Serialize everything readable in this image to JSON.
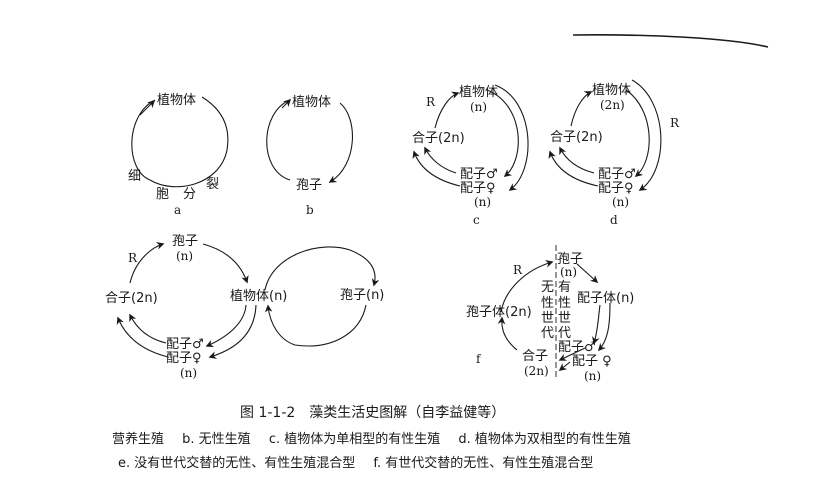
{
  "figure": {
    "title": "图 1-1-2　藻类生活史图解（自李益健等）",
    "legend_line1": [
      "营养生殖",
      "b. 无性生殖",
      "c. 植物体为单相型的有性生殖",
      "d. 植物体为双相型的有性生殖"
    ],
    "legend_line2": [
      "e. 没有世代交替的无性、有性生殖混合型",
      "f. 有世代交替的无性、有性生殖混合型"
    ]
  },
  "diagrams": {
    "a": {
      "label": "a",
      "plant": "植物体",
      "process": [
        "细",
        "胞",
        "分",
        "裂"
      ]
    },
    "b": {
      "label": "b",
      "plant": "植物体",
      "spore": "孢子"
    },
    "c": {
      "label": "c",
      "plant": "植物体",
      "plant_ploidy": "(n)",
      "zygote": "合子(2n)",
      "gamete_m": "配子♂",
      "gamete_f": "配子♀",
      "gamete_ploidy": "(n)",
      "r": "R"
    },
    "d": {
      "label": "d",
      "plant": "植物体",
      "plant_ploidy": "(2n)",
      "zygote": "合子(2n)",
      "gamete_m": "配子♂",
      "gamete_f": "配子♀",
      "gamete_ploidy": "(n)",
      "r": "R"
    },
    "e": {
      "spore": "孢子",
      "spore_ploidy": "(n)",
      "zygote": "合子(2n)",
      "plant": "植物体(n)",
      "spore2": "孢子(n)",
      "gamete_m": "配子♂",
      "gamete_f": "配子♀",
      "gamete_ploidy": "(n)",
      "r": "R"
    },
    "f": {
      "label": "f",
      "spore": "孢子",
      "spore_ploidy": "(n)",
      "sporophyte": "孢子体(2n)",
      "gametophyte": "配子体(n)",
      "asexual_gen": [
        "无",
        "性",
        "世",
        "代"
      ],
      "sexual_gen": [
        "有",
        "性",
        "世",
        "代"
      ],
      "gamete_m": "配子♂",
      "gamete_f": "配子 ♀",
      "gamete_ploidy": "(n)",
      "zygote": "合子",
      "zygote_ploidy": "(2n)",
      "r": "R"
    }
  }
}
